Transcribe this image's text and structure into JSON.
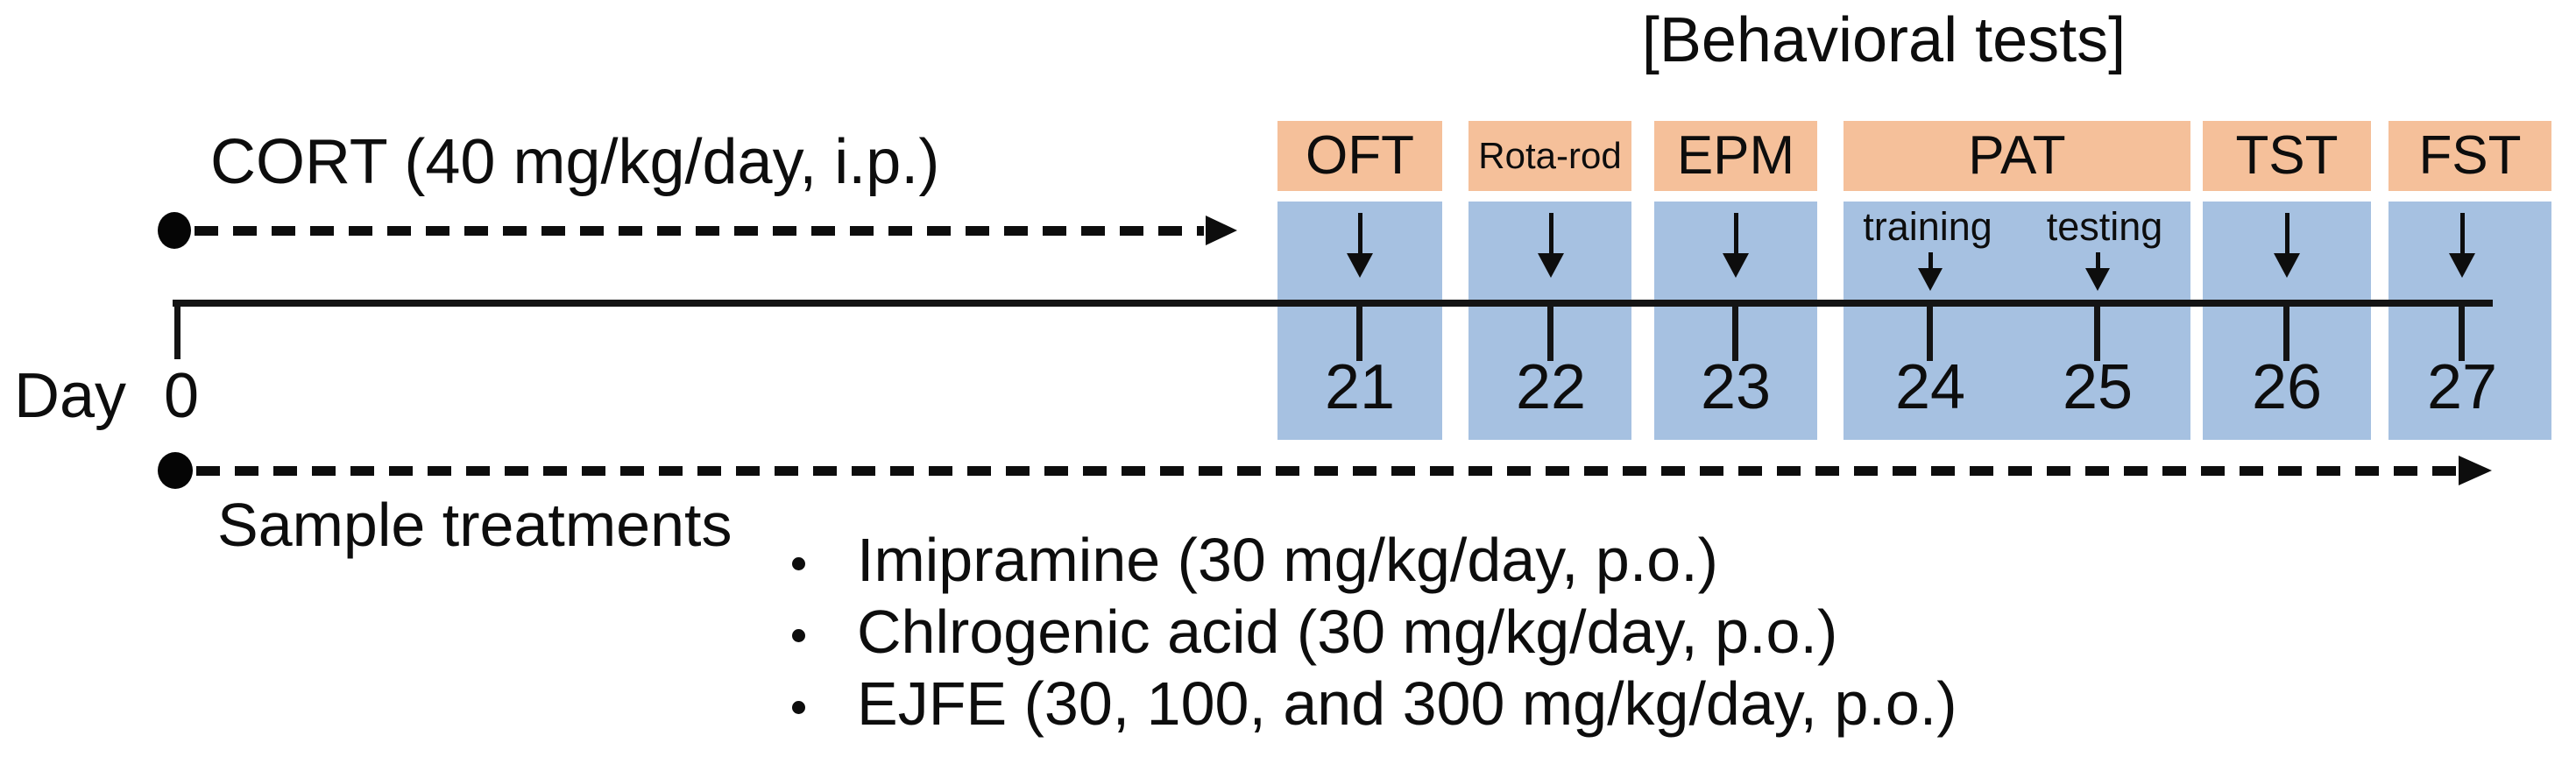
{
  "header": {
    "title": "[Behavioral tests]"
  },
  "cort": {
    "label": "CORT (40 mg/kg/day, i.p.)"
  },
  "timeline": {
    "axis_label": "Day",
    "start_day": "0",
    "days": [
      "21",
      "22",
      "23",
      "24",
      "25",
      "26",
      "27"
    ]
  },
  "tests": [
    {
      "label": "OFT"
    },
    {
      "label": "Rota-rod"
    },
    {
      "label": "EPM"
    },
    {
      "label": "PAT",
      "phases": [
        "training",
        "testing"
      ]
    },
    {
      "label": "TST"
    },
    {
      "label": "FST"
    }
  ],
  "treatments": {
    "label": "Sample treatments",
    "items": [
      "Imipramine (30 mg/kg/day, p.o.)",
      "Chlrogenic acid (30 mg/kg/day, p.o.)",
      "EJFE (30, 100, and 300 mg/kg/day, p.o.)"
    ]
  },
  "colors": {
    "test_box_fill": "#F5C09A",
    "day_box_fill": "#A6C1E1",
    "line": "#141414"
  }
}
